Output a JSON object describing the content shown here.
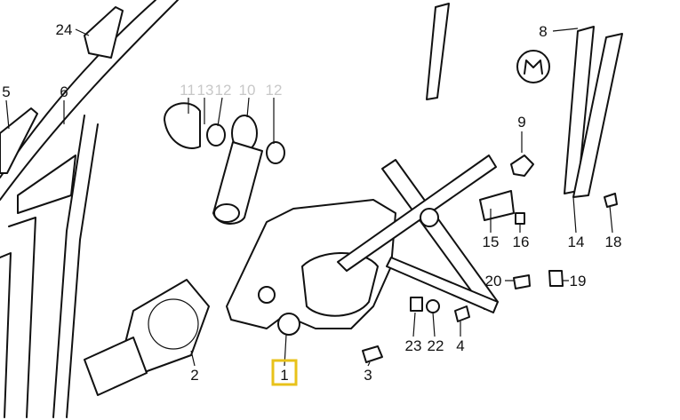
{
  "diagram": {
    "title": "Window regulator parts diagram",
    "highlight_color": "#e8c21a",
    "labels": [
      {
        "text": "24",
        "state": "normal"
      },
      {
        "text": "5",
        "state": "normal"
      },
      {
        "text": "6",
        "state": "normal"
      },
      {
        "text": "11",
        "state": "faded"
      },
      {
        "text": "13",
        "state": "faded"
      },
      {
        "text": "12",
        "state": "faded"
      },
      {
        "text": "10",
        "state": "faded"
      },
      {
        "text": "12",
        "state": "faded"
      },
      {
        "text": "8",
        "state": "normal"
      },
      {
        "text": "9",
        "state": "normal"
      },
      {
        "text": "15",
        "state": "normal"
      },
      {
        "text": "16",
        "state": "normal"
      },
      {
        "text": "14",
        "state": "normal"
      },
      {
        "text": "18",
        "state": "normal"
      },
      {
        "text": "20",
        "state": "normal"
      },
      {
        "text": "19",
        "state": "normal"
      },
      {
        "text": "23",
        "state": "normal"
      },
      {
        "text": "22",
        "state": "normal"
      },
      {
        "text": "4",
        "state": "normal"
      },
      {
        "text": "2",
        "state": "normal"
      },
      {
        "text": "1",
        "state": "highlighted"
      },
      {
        "text": "3",
        "state": "normal"
      }
    ]
  }
}
